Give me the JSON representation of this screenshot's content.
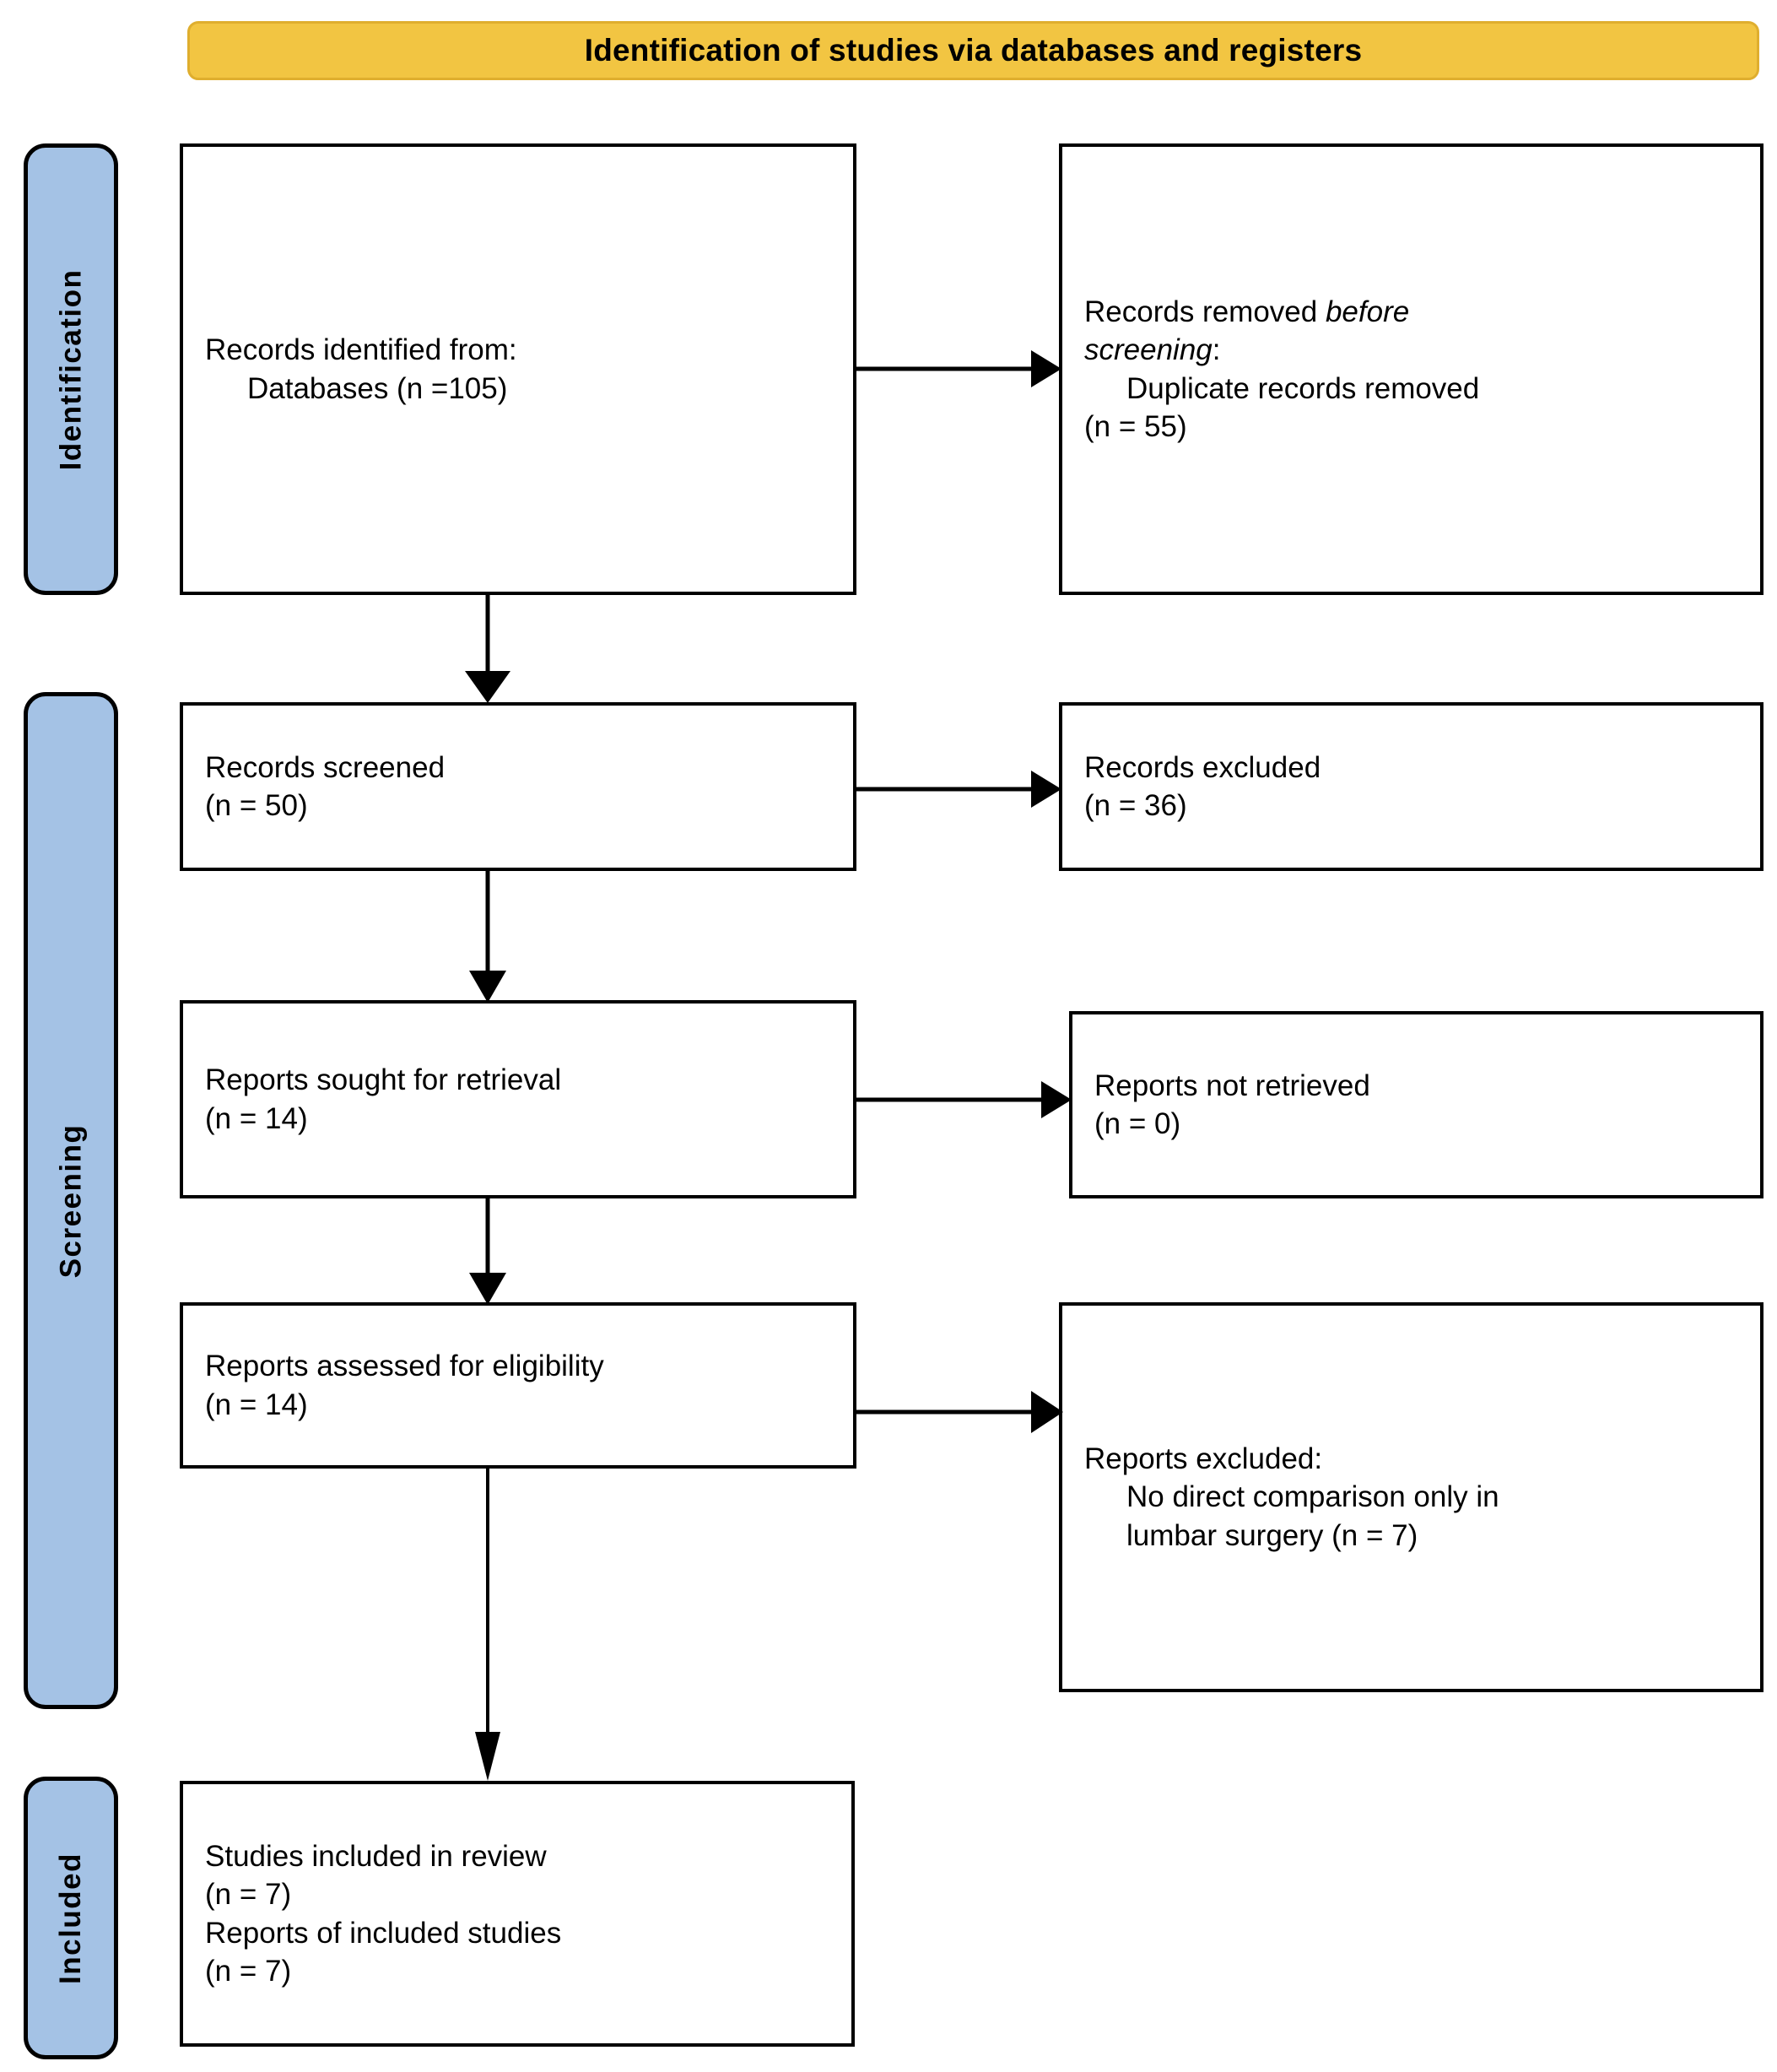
{
  "header": {
    "title": "Identification of studies via databases and registers",
    "bg_color": "#F2C542",
    "border_color": "#DFAE2E"
  },
  "phases": {
    "bg_color": "#A4C2E5",
    "border_color": "#000000",
    "identification": "Identification",
    "screening": "Screening",
    "included": "Included"
  },
  "boxes": {
    "identified": {
      "line1": "Records identified from:",
      "line2": "Databases (n =105)"
    },
    "removed": {
      "line1_a": "Records removed ",
      "line1_b": "before",
      "line2_a": "screening",
      "line2_b": ":",
      "line3": "Duplicate records removed",
      "line4": "(n = 55)"
    },
    "screened": {
      "line1": "Records screened",
      "line2": "(n = 50)"
    },
    "excluded_records": {
      "line1": "Records excluded",
      "line2": "(n = 36)"
    },
    "sought": {
      "line1": "Reports sought for retrieval",
      "line2": "(n = 14)"
    },
    "not_retrieved": {
      "line1": "Reports not retrieved",
      "line2": "(n = 0)"
    },
    "assessed": {
      "line1": "Reports assessed for eligibility",
      "line2": "(n = 14)"
    },
    "excluded_reports": {
      "line1": "Reports excluded:",
      "line2": "No direct comparison only in",
      "line3": "lumbar surgery (n = 7)"
    },
    "included": {
      "line1": "Studies included in review",
      "line2": "(n = 7)",
      "line3": "Reports of included studies",
      "line4": "(n = 7)"
    }
  },
  "chart_data": {
    "type": "diagram",
    "title": "Identification of studies via databases and registers",
    "nodes": [
      {
        "id": "identified",
        "phase": "Identification",
        "label": "Records identified from: Databases",
        "n": 105
      },
      {
        "id": "removed",
        "phase": "Identification",
        "label": "Records removed before screening: Duplicate records removed",
        "n": 55
      },
      {
        "id": "screened",
        "phase": "Screening",
        "label": "Records screened",
        "n": 50
      },
      {
        "id": "excluded_records",
        "phase": "Screening",
        "label": "Records excluded",
        "n": 36
      },
      {
        "id": "sought",
        "phase": "Screening",
        "label": "Reports sought for retrieval",
        "n": 14
      },
      {
        "id": "not_retrieved",
        "phase": "Screening",
        "label": "Reports not retrieved",
        "n": 0
      },
      {
        "id": "assessed",
        "phase": "Screening",
        "label": "Reports assessed for eligibility",
        "n": 14
      },
      {
        "id": "excluded_reports",
        "phase": "Screening",
        "label": "Reports excluded: No direct comparison only in lumbar surgery",
        "n": 7
      },
      {
        "id": "included_studies",
        "phase": "Included",
        "label": "Studies included in review",
        "n": 7
      },
      {
        "id": "included_reports",
        "phase": "Included",
        "label": "Reports of included studies",
        "n": 7
      }
    ],
    "edges": [
      {
        "from": "identified",
        "to": "removed",
        "direction": "right"
      },
      {
        "from": "identified",
        "to": "screened",
        "direction": "down"
      },
      {
        "from": "screened",
        "to": "excluded_records",
        "direction": "right"
      },
      {
        "from": "screened",
        "to": "sought",
        "direction": "down"
      },
      {
        "from": "sought",
        "to": "not_retrieved",
        "direction": "right"
      },
      {
        "from": "sought",
        "to": "assessed",
        "direction": "down"
      },
      {
        "from": "assessed",
        "to": "excluded_reports",
        "direction": "right"
      },
      {
        "from": "assessed",
        "to": "included_studies",
        "direction": "down"
      }
    ]
  }
}
